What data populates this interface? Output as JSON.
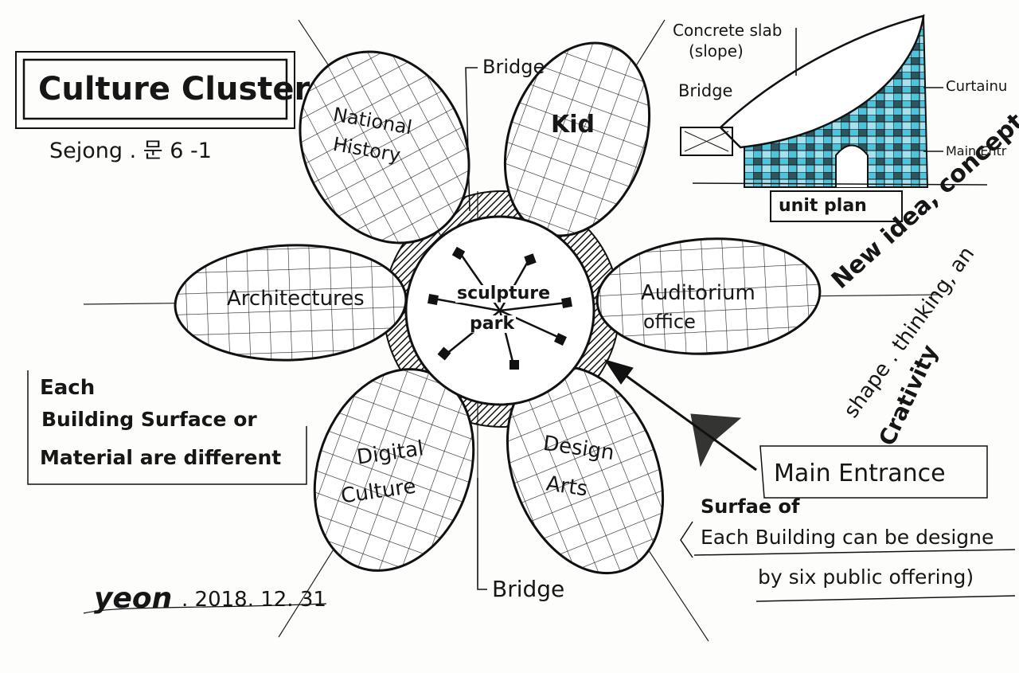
{
  "title": "Culture Cluster",
  "subtitle": "Sejong . 문 6 -1",
  "center": {
    "line1": "sculpture",
    "line2": "park"
  },
  "petals": {
    "national_history": {
      "line1": "National",
      "line2": "History"
    },
    "kid": "Kid",
    "architectures": "Architectures",
    "auditorium_office": {
      "line1": "Auditorium",
      "line2": "office"
    },
    "digital_culture": {
      "line1": "Digital",
      "line2": "Culture"
    },
    "design_arts": {
      "line1": "Design",
      "line2": "Arts"
    }
  },
  "bridges": {
    "top": "Bridge",
    "bottom": "Bridge"
  },
  "note_surface": {
    "line1": "Each",
    "line2": "Building Surface or",
    "line3": "Material are different"
  },
  "signature": {
    "name": "yeon",
    "date": ". 2018. 12. 31"
  },
  "unit_plan": {
    "label": "unit plan",
    "concrete_slab": "Concrete slab",
    "slope": "(slope)",
    "bridge": "Bridge",
    "curtain": "Curtainu",
    "main_entrance": "Main Entr"
  },
  "main_entrance": "Main Entrance",
  "surface_note": {
    "line1": "Surfae of",
    "line2": "Each Building can be designe",
    "line3": "by six public offering)"
  },
  "concept_note": {
    "line1": "New idea, concept,",
    "line2": "shape . thinking, an",
    "line3": "Crativity"
  },
  "colors": {
    "ink": "#161616",
    "accent": "#3fb8d6",
    "paper": "#fdfdfb"
  }
}
